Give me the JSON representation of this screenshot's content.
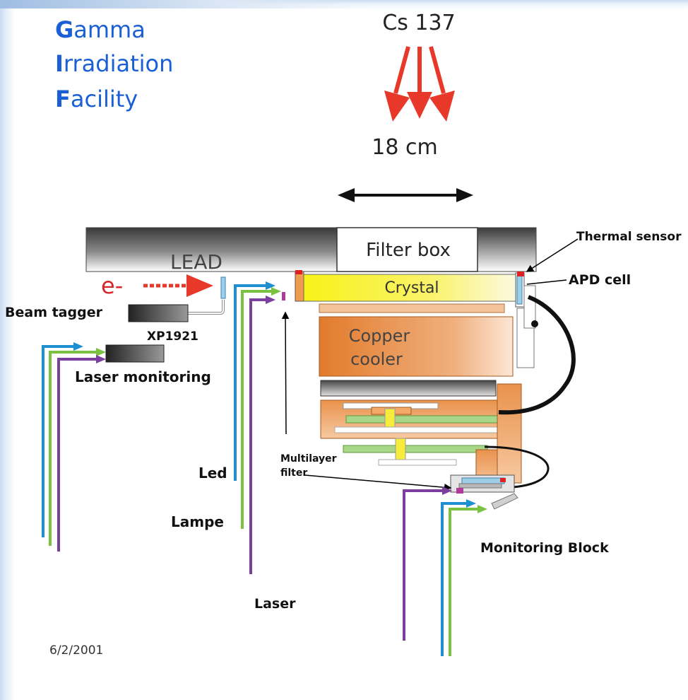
{
  "title": {
    "line1": {
      "initial": "G",
      "rest": "amma"
    },
    "line2": {
      "initial": "I",
      "rest": "rradiation"
    },
    "line3": {
      "initial": "F",
      "rest": "acility"
    }
  },
  "labels": {
    "source": "Cs 137",
    "distance": "18 cm",
    "lead": "LEAD",
    "filter_box": "Filter box",
    "thermal_sensor": "Thermal sensor",
    "crystal": "Crystal",
    "apd_cell": "APD cell",
    "electron": "e-",
    "beam_tagger": "Beam tagger",
    "xp1921": "XP1921",
    "copper_cooler_1": "Copper",
    "copper_cooler_2": "cooler",
    "laser_monitoring": "Laser monitoring",
    "multilayer_filter_1": "Multilayer",
    "multilayer_filter_2": "filter",
    "led": "Led",
    "lampe": "Lampe",
    "laser": "Laser",
    "monitoring_block": "Monitoring Block"
  },
  "date": "6/2/2001",
  "colors": {
    "title": "#1a5fd6",
    "gamma_arrow": "#e8382a",
    "fiber_blue": "#1e8fd0",
    "fiber_green": "#7cc242",
    "fiber_purple": "#7b3fa0",
    "copper": "#e0813a",
    "crystal": "#f5ee1a"
  }
}
